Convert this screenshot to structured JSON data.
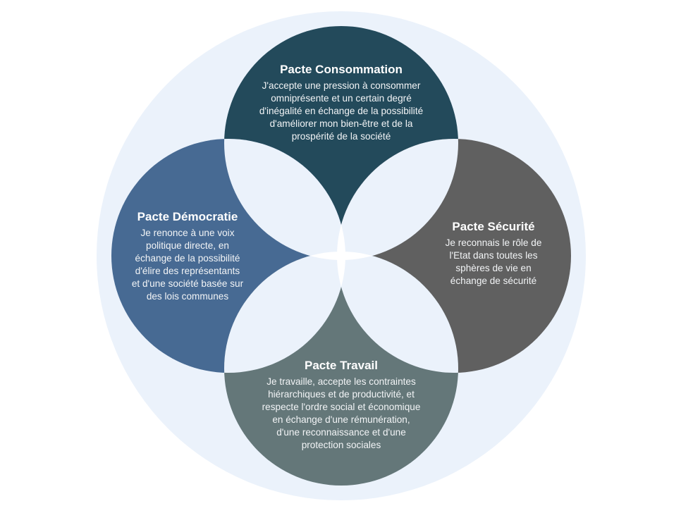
{
  "colors": {
    "page_background": "#ffffff",
    "outer_circle": "#EBF2FB",
    "overlap": "#EBF2FB",
    "center": "#ffffff",
    "consommation": "#234A5B",
    "democratie": "#476A93",
    "securite": "#606060",
    "travail": "#647779",
    "text": "#ffffff"
  },
  "pactes": [
    {
      "id": "consommation",
      "position": "top",
      "title": "Pacte Consommation",
      "lines": [
        "J'accepte une pression à consommer",
        "omniprésente et un certain degré",
        "d'inégalité en échange de la possibilité",
        "d'améliorer mon bien-être et de la",
        "prospérité de la société"
      ]
    },
    {
      "id": "democratie",
      "position": "left",
      "title": "Pacte Démocratie",
      "lines": [
        "Je renonce à une voix",
        "politique directe, en",
        "échange de la possibilité",
        "d'élire des représentants",
        "et d'une société basée sur",
        "des lois communes"
      ]
    },
    {
      "id": "securite",
      "position": "right",
      "title": "Pacte Sécurité",
      "lines": [
        "Je reconnais le rôle de",
        "l'Etat dans toutes les",
        "sphères de vie en",
        "échange de sécurité"
      ]
    },
    {
      "id": "travail",
      "position": "bottom",
      "title": "Pacte Travail",
      "lines": [
        "Je travaille, accepte les contraintes",
        "hiérarchiques et de productivité, et",
        "respecte l'ordre social et économique",
        "en échange d'une rémunération,",
        "d'une reconnaissance et d'une",
        "protection sociales"
      ]
    }
  ]
}
